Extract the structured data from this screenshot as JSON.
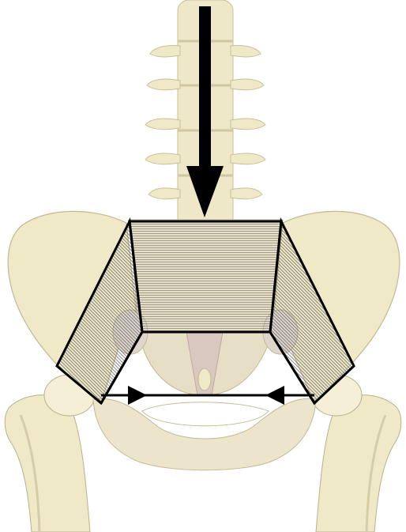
{
  "figure": {
    "subject": "pelvis-and-lumbar-spine",
    "load_arrow": "downward",
    "compression_arrows": "inward"
  },
  "colors": {
    "background": "#ffffff",
    "bone_fill": "#efe9c8",
    "bone_light": "#f7f3de",
    "bone_shadow": "#cfc6a2",
    "soft_tissue": "#e3dcd2",
    "outline": "#000000",
    "hatch": "#555555"
  },
  "icons": {
    "load_arrow": "arrow-down-icon",
    "left_compression_arrow": "arrow-right-icon",
    "right_compression_arrow": "arrow-left-icon"
  }
}
